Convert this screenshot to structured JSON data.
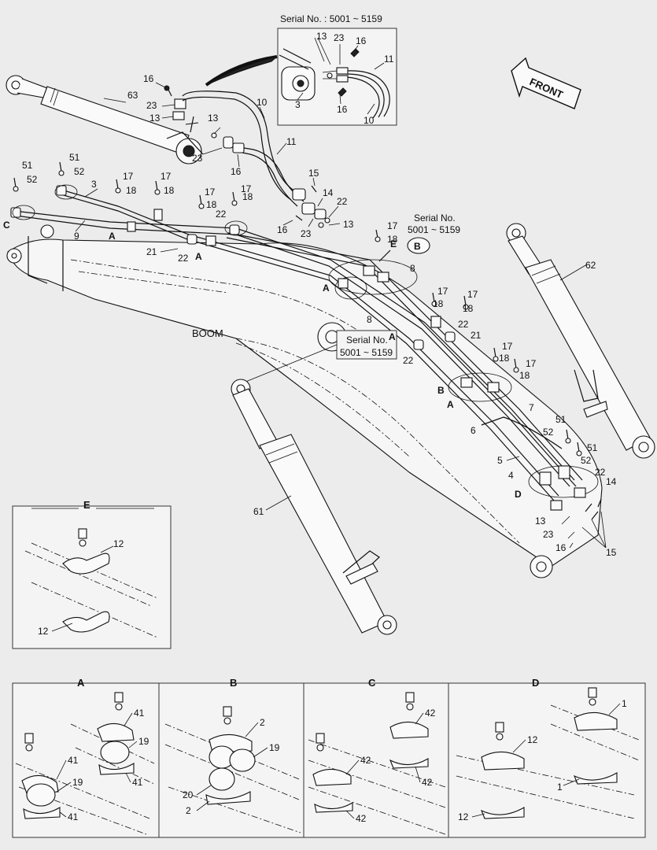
{
  "serial_labels": {
    "top_detail": "Serial No. : 5001 ~ 5159",
    "mid": "Serial No.\n5001 ~ 5159",
    "mid_line1": "Serial No.",
    "mid_line2": "5001 ~ 5159",
    "box_line1": "Serial No.",
    "box_line2": "5001 ~ 5159"
  },
  "front_label": "FRONT",
  "boom_label": "BOOM",
  "detail_views": {
    "E": "E",
    "A": "A",
    "B": "B",
    "C": "C",
    "D": "D"
  },
  "callouts": {
    "p1": "1",
    "p2": "2",
    "p3": "3",
    "p4": "4",
    "p5": "5",
    "p6": "6",
    "p7": "7",
    "p8": "8",
    "p9": "9",
    "p10": "10",
    "p11": "11",
    "p12": "12",
    "p13": "13",
    "p14": "14",
    "p15": "15",
    "p16": "16",
    "p17": "17",
    "p18": "18",
    "p19": "19",
    "p20": "20",
    "p21": "21",
    "p22": "22",
    "p23": "23",
    "p41": "41",
    "p42": "42",
    "p51": "51",
    "p52": "52",
    "p61": "61",
    "p62": "62",
    "p63": "63"
  },
  "markers": {
    "A": "A",
    "B": "B",
    "C": "C",
    "D": "D",
    "E": "E"
  }
}
